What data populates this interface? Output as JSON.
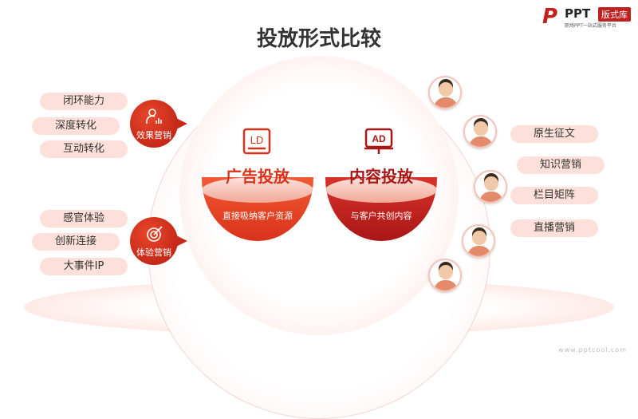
{
  "title": "投放形式比较",
  "logo": {
    "brand": "PPT",
    "tag": "版式库",
    "subtitle": "职场PPT一站式服务平台"
  },
  "left_bowl": {
    "icon_text": "LD",
    "title": "广告投放",
    "desc": "直接吸纳客户资源"
  },
  "right_bowl": {
    "icon_text": "AD",
    "title": "内容投放",
    "desc": "与客户共创内容"
  },
  "groups": [
    {
      "badge": "效果营销",
      "items": [
        "闭环能力",
        "深度转化",
        "互动转化"
      ]
    },
    {
      "badge": "体验营销",
      "items": [
        "感官体验",
        "创新连接",
        "大事件IP"
      ]
    }
  ],
  "right_items": [
    "原生征文",
    "知识营销",
    "栏目矩阵",
    "直播营销"
  ],
  "footer_url": "www.pptcool.com",
  "colors": {
    "accent": "#d8321a",
    "dark_red": "#a81616",
    "pill": "#fde0d9"
  }
}
